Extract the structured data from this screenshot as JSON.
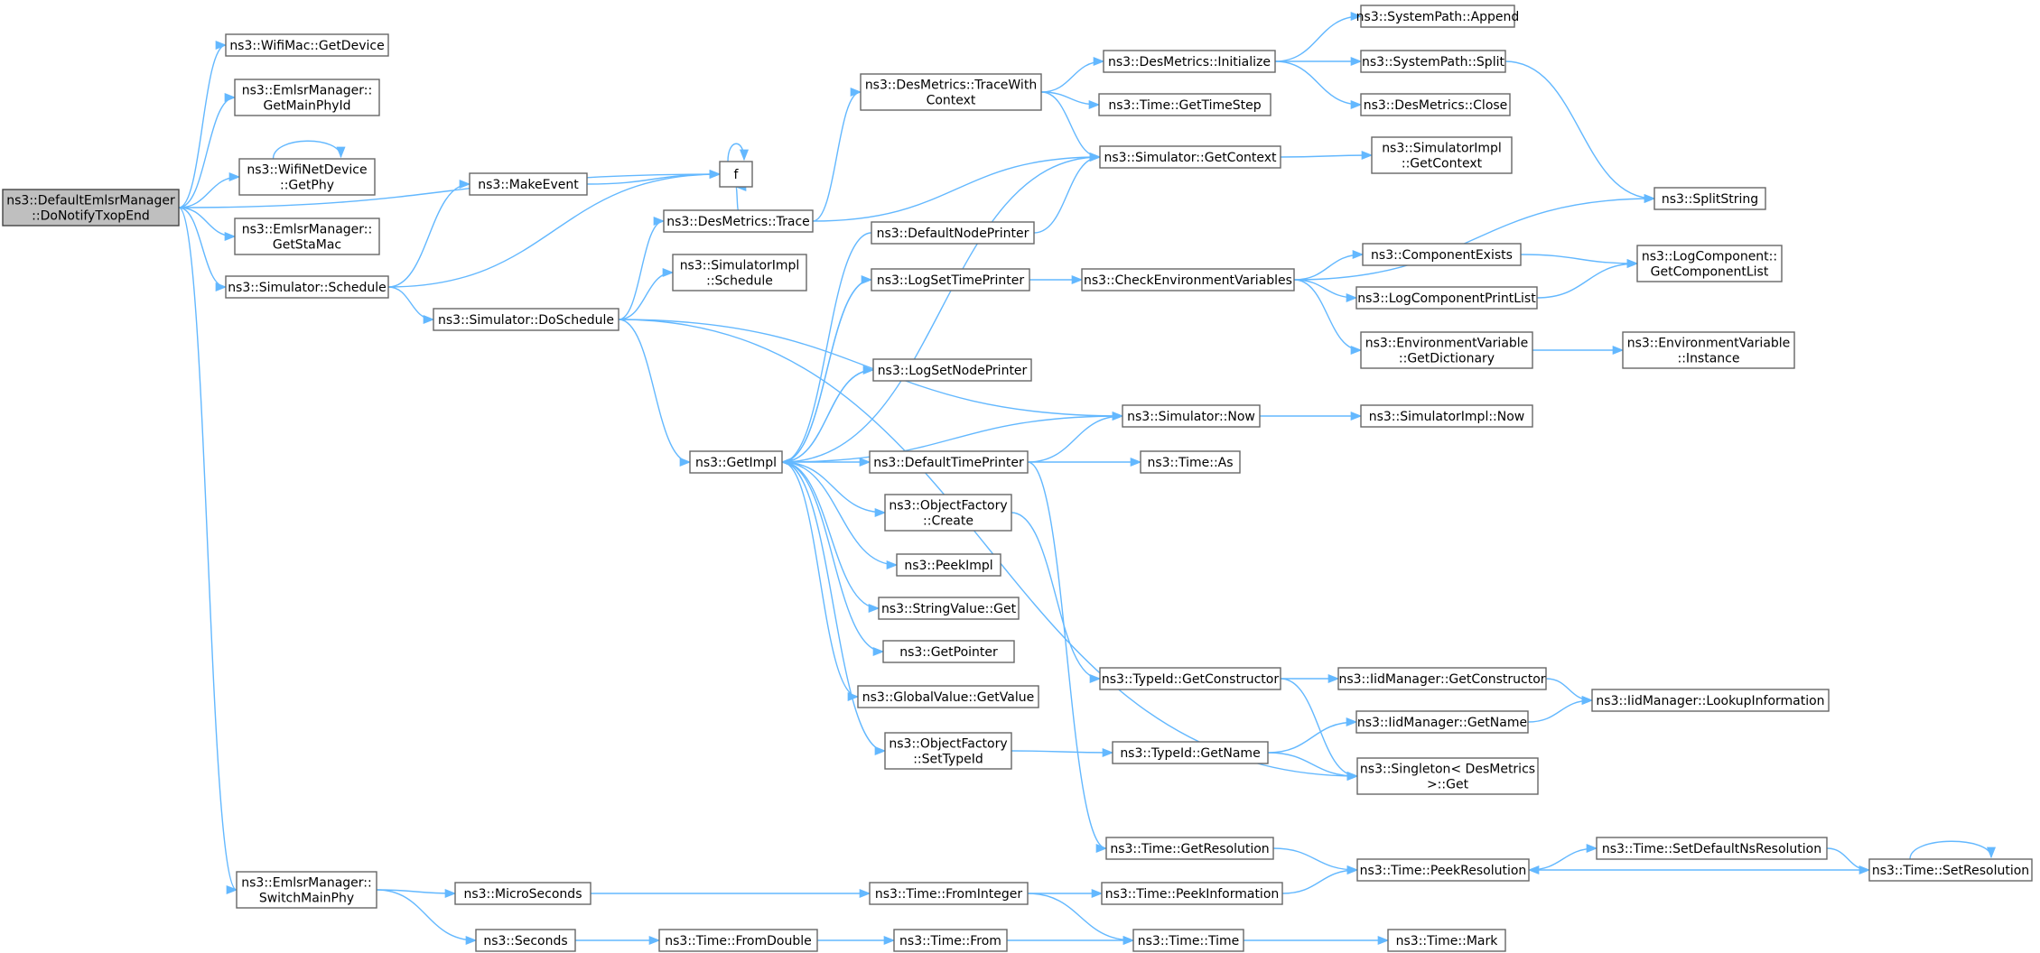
{
  "graph": {
    "nodes": [
      {
        "id": "root",
        "lines": [
          "ns3::DefaultEmlsrManager",
          "::DoNotifyTxopEnd"
        ],
        "root": true
      },
      {
        "id": "wmgd",
        "lines": [
          "ns3::WifiMac::GetDevice"
        ]
      },
      {
        "id": "emmp",
        "lines": [
          "ns3::EmlsrManager::",
          "GetMainPhyId"
        ]
      },
      {
        "id": "wndp",
        "lines": [
          "ns3::WifiNetDevice",
          "::GetPhy"
        ]
      },
      {
        "id": "emsm",
        "lines": [
          "ns3::EmlsrManager::",
          "GetStaMac"
        ]
      },
      {
        "id": "sims",
        "lines": [
          "ns3::Simulator::Schedule"
        ]
      },
      {
        "id": "emsw",
        "lines": [
          "ns3::EmlsrManager::",
          "SwitchMainPhy"
        ]
      },
      {
        "id": "mkev",
        "lines": [
          "ns3::MakeEvent"
        ]
      },
      {
        "id": "f",
        "lines": [
          "f"
        ]
      },
      {
        "id": "dmtr",
        "lines": [
          "ns3::DesMetrics::Trace"
        ]
      },
      {
        "id": "simd",
        "lines": [
          "ns3::Simulator::DoSchedule"
        ]
      },
      {
        "id": "sisc",
        "lines": [
          "ns3::SimulatorImpl",
          "::Schedule"
        ]
      },
      {
        "id": "dmtc",
        "lines": [
          "ns3::DesMetrics::TraceWith",
          "Context"
        ]
      },
      {
        "id": "dmin",
        "lines": [
          "ns3::DesMetrics::Initialize"
        ]
      },
      {
        "id": "gts",
        "lines": [
          "ns3::Time::GetTimeStep"
        ]
      },
      {
        "id": "sgc",
        "lines": [
          "ns3::Simulator::GetContext"
        ]
      },
      {
        "id": "spa",
        "lines": [
          "ns3::SystemPath::Append"
        ]
      },
      {
        "id": "sps",
        "lines": [
          "ns3::SystemPath::Split"
        ]
      },
      {
        "id": "dmc",
        "lines": [
          "ns3::DesMetrics::Close"
        ]
      },
      {
        "id": "sigc",
        "lines": [
          "ns3::SimulatorImpl",
          "::GetContext"
        ]
      },
      {
        "id": "ss",
        "lines": [
          "ns3::SplitString"
        ]
      },
      {
        "id": "dnp",
        "lines": [
          "ns3::DefaultNodePrinter"
        ]
      },
      {
        "id": "lstp",
        "lines": [
          "ns3::LogSetTimePrinter"
        ]
      },
      {
        "id": "cev",
        "lines": [
          "ns3::CheckEnvironmentVariables"
        ]
      },
      {
        "id": "ce",
        "lines": [
          "ns3::ComponentExists"
        ]
      },
      {
        "id": "lcgl",
        "lines": [
          "ns3::LogComponent::",
          "GetComponentList"
        ]
      },
      {
        "id": "lcpl",
        "lines": [
          "ns3::LogComponentPrintList"
        ]
      },
      {
        "id": "evgd",
        "lines": [
          "ns3::EnvironmentVariable",
          "::GetDictionary"
        ]
      },
      {
        "id": "evi",
        "lines": [
          "ns3::EnvironmentVariable",
          "::Instance"
        ]
      },
      {
        "id": "lsnp",
        "lines": [
          "ns3::LogSetNodePrinter"
        ]
      },
      {
        "id": "gi",
        "lines": [
          "ns3::GetImpl"
        ]
      },
      {
        "id": "snow",
        "lines": [
          "ns3::Simulator::Now"
        ]
      },
      {
        "id": "sinow",
        "lines": [
          "ns3::SimulatorImpl::Now"
        ]
      },
      {
        "id": "dtp",
        "lines": [
          "ns3::DefaultTimePrinter"
        ]
      },
      {
        "id": "tas",
        "lines": [
          "ns3::Time::As"
        ]
      },
      {
        "id": "ofc",
        "lines": [
          "ns3::ObjectFactory",
          "::Create"
        ]
      },
      {
        "id": "pki",
        "lines": [
          "ns3::PeekImpl"
        ]
      },
      {
        "id": "svg",
        "lines": [
          "ns3::StringValue::Get"
        ]
      },
      {
        "id": "gp",
        "lines": [
          "ns3::GetPointer"
        ]
      },
      {
        "id": "gvgv",
        "lines": [
          "ns3::GlobalValue::GetValue"
        ]
      },
      {
        "id": "tigc",
        "lines": [
          "ns3::TypeId::GetConstructor"
        ]
      },
      {
        "id": "imgc",
        "lines": [
          "ns3::IidManager::GetConstructor"
        ]
      },
      {
        "id": "imli",
        "lines": [
          "ns3::IidManager::LookupInformation"
        ]
      },
      {
        "id": "imgn",
        "lines": [
          "ns3::IidManager::GetName"
        ]
      },
      {
        "id": "ofst",
        "lines": [
          "ns3::ObjectFactory",
          "::SetTypeId"
        ]
      },
      {
        "id": "tign",
        "lines": [
          "ns3::TypeId::GetName"
        ]
      },
      {
        "id": "sdmg",
        "lines": [
          "ns3::Singleton< DesMetrics",
          ">::Get"
        ]
      },
      {
        "id": "tgr",
        "lines": [
          "ns3::Time::GetResolution"
        ]
      },
      {
        "id": "tpr",
        "lines": [
          "ns3::Time::PeekResolution"
        ]
      },
      {
        "id": "tsdn",
        "lines": [
          "ns3::Time::SetDefaultNsResolution"
        ]
      },
      {
        "id": "tsr",
        "lines": [
          "ns3::Time::SetResolution"
        ]
      },
      {
        "id": "ms",
        "lines": [
          "ns3::MicroSeconds"
        ]
      },
      {
        "id": "tfi",
        "lines": [
          "ns3::Time::FromInteger"
        ]
      },
      {
        "id": "tpi",
        "lines": [
          "ns3::Time::PeekInformation"
        ]
      },
      {
        "id": "sec",
        "lines": [
          "ns3::Seconds"
        ]
      },
      {
        "id": "tfd",
        "lines": [
          "ns3::Time::FromDouble"
        ]
      },
      {
        "id": "tfrom",
        "lines": [
          "ns3::Time::From"
        ]
      },
      {
        "id": "tt",
        "lines": [
          "ns3::Time::Time"
        ]
      },
      {
        "id": "tmark",
        "lines": [
          "ns3::Time::Mark"
        ]
      }
    ],
    "edges": [
      [
        "root",
        "wmgd"
      ],
      [
        "root",
        "emmp"
      ],
      [
        "root",
        "wndp"
      ],
      [
        "root",
        "emsm"
      ],
      [
        "root",
        "sims"
      ],
      [
        "root",
        "emsw"
      ],
      [
        "root",
        "f"
      ],
      [
        "wndp",
        "wndp"
      ],
      [
        "f",
        "f"
      ],
      [
        "sims",
        "mkev"
      ],
      [
        "sims",
        "f"
      ],
      [
        "sims",
        "simd"
      ],
      [
        "mkev",
        "f"
      ],
      [
        "simd",
        "dmtr"
      ],
      [
        "simd",
        "sisc"
      ],
      [
        "simd",
        "gi"
      ],
      [
        "simd",
        "snow"
      ],
      [
        "simd",
        "sdmg"
      ],
      [
        "dmtr",
        "f"
      ],
      [
        "dmtr",
        "dmtc"
      ],
      [
        "dmtr",
        "sgc"
      ],
      [
        "dmtc",
        "dmin"
      ],
      [
        "dmtc",
        "gts"
      ],
      [
        "dmtc",
        "sgc"
      ],
      [
        "dmin",
        "spa"
      ],
      [
        "dmin",
        "sps"
      ],
      [
        "dmin",
        "dmc"
      ],
      [
        "sps",
        "ss"
      ],
      [
        "sgc",
        "sigc"
      ],
      [
        "sgc",
        "gi"
      ],
      [
        "dnp",
        "sgc"
      ],
      [
        "lstp",
        "cev"
      ],
      [
        "cev",
        "ss"
      ],
      [
        "cev",
        "ce"
      ],
      [
        "cev",
        "lcpl"
      ],
      [
        "cev",
        "evgd"
      ],
      [
        "ce",
        "lcgl"
      ],
      [
        "lcpl",
        "lcgl"
      ],
      [
        "evgd",
        "evi"
      ],
      [
        "gi",
        "lstp"
      ],
      [
        "gi",
        "lsnp"
      ],
      [
        "gi",
        "dtp"
      ],
      [
        "gi",
        "ofc"
      ],
      [
        "gi",
        "pki"
      ],
      [
        "gi",
        "svg"
      ],
      [
        "gi",
        "gp"
      ],
      [
        "gi",
        "gvgv"
      ],
      [
        "gi",
        "ofst"
      ],
      [
        "dnp",
        "gi"
      ],
      [
        "lstp",
        "gi"
      ],
      [
        "lsnp",
        "gi"
      ],
      [
        "snow",
        "gi"
      ],
      [
        "dtp",
        "snow"
      ],
      [
        "dtp",
        "tas"
      ],
      [
        "dtp",
        "tgr"
      ],
      [
        "snow",
        "sinow"
      ],
      [
        "ofc",
        "tigc"
      ],
      [
        "tigc",
        "imgc"
      ],
      [
        "tigc",
        "sdmg"
      ],
      [
        "imgc",
        "imli"
      ],
      [
        "imgn",
        "imli"
      ],
      [
        "ofst",
        "tign"
      ],
      [
        "tign",
        "imgn"
      ],
      [
        "tign",
        "sdmg"
      ],
      [
        "tgr",
        "tpr"
      ],
      [
        "tpr",
        "tsdn"
      ],
      [
        "tsdn",
        "tsr"
      ],
      [
        "tsr",
        "tpr"
      ],
      [
        "tsr",
        "tsr"
      ],
      [
        "emsw",
        "ms"
      ],
      [
        "emsw",
        "sec"
      ],
      [
        "ms",
        "tfi"
      ],
      [
        "tfi",
        "tpi"
      ],
      [
        "tfi",
        "tt"
      ],
      [
        "tpi",
        "tpr"
      ],
      [
        "sec",
        "tfd"
      ],
      [
        "tfd",
        "tfrom"
      ],
      [
        "tfrom",
        "tt"
      ],
      [
        "tt",
        "tmark"
      ]
    ]
  }
}
